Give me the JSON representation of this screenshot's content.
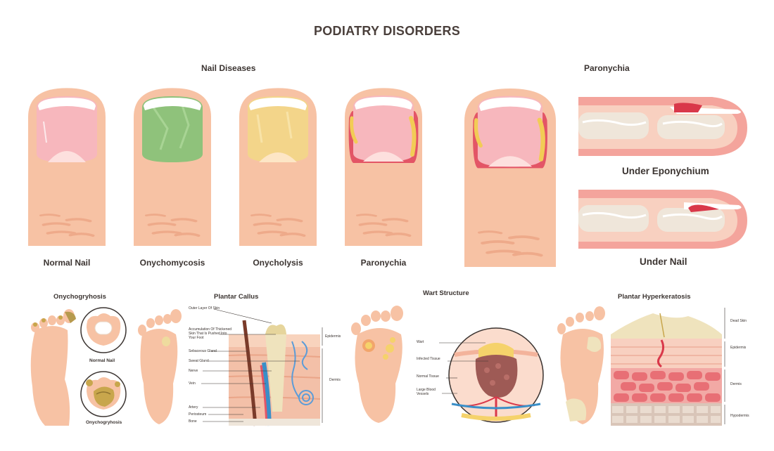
{
  "title": "PODIATRY DISORDERS",
  "sections": {
    "nail_diseases": "Nail Diseases",
    "paronychia_right": "Paronychia",
    "under_eponychium": "Under Eponychium",
    "under_nail": "Under Nail",
    "onychogryhosis": "Onychogryhosis",
    "plantar_callus": "Plantar Callus",
    "wart_structure": "Wart Structure",
    "plantar_hyperkeratosis": "Plantar Hyperkeratosis"
  },
  "nails": [
    {
      "caption": "Normal Nail"
    },
    {
      "caption": "Onychomycosis"
    },
    {
      "caption": "Onycholysis"
    },
    {
      "caption": "Paronychia"
    }
  ],
  "onycho": {
    "normal_nail": "Normal Nail",
    "onychogryhosis": "Onychogryhosis"
  },
  "callus_labels": [
    "Outer Layer Of Skin",
    "Accumulation Of Thickened Skin That Is Pushed Into Your Foot",
    "Sebaceous Gland",
    "Sweat Gland",
    "Nerve",
    "Vein",
    "Artery",
    "Periosteum",
    "Bone"
  ],
  "callus_side": [
    "Epidermis",
    "Dermis"
  ],
  "wart_labels": [
    "Wart",
    "Infected Tissue",
    "Normal Tissue",
    "Large Blood Vessels"
  ],
  "hyper_labels": [
    "Dead Skin",
    "Epidermis",
    "Dermis",
    "Hypodermis"
  ],
  "colors": {
    "skin": "#f7c2a4",
    "skin_dark": "#eeaa8a",
    "nail_pink": "#f7b7bd",
    "fungus_green": "#8fc27b",
    "fungus_yellow": "#f3d58a",
    "pus_yellow": "#f2cc55",
    "inflamed_red": "#d9384a"
  }
}
